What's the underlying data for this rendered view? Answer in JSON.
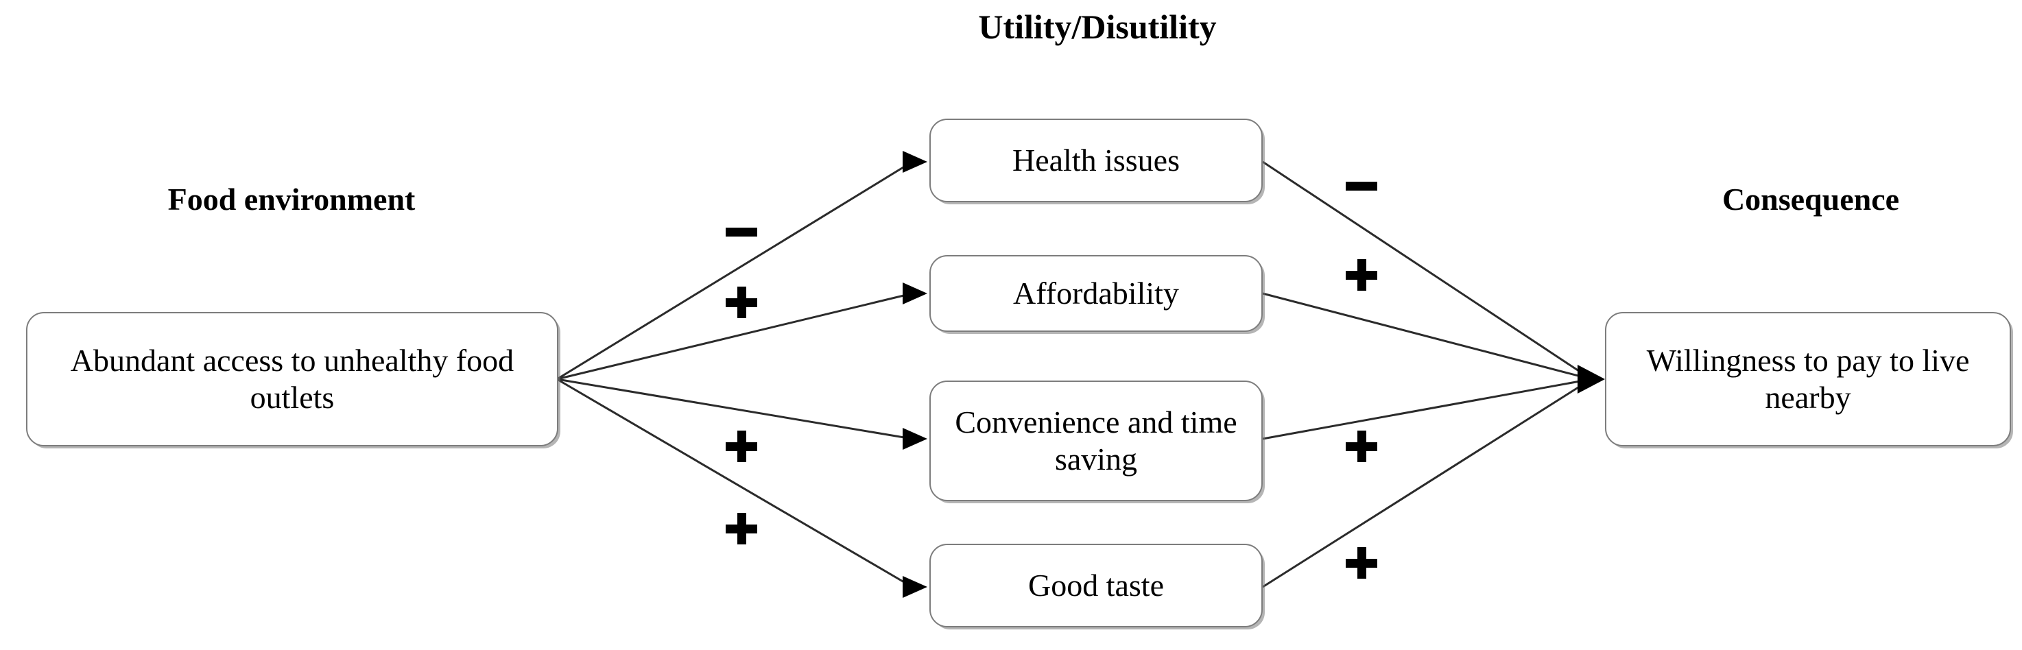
{
  "diagram": {
    "title_columns": {
      "left": "Food environment",
      "middle": "Utility/Disutility",
      "right": "Consequence"
    },
    "nodes": {
      "source": "Abundant access to unhealthy food outlets",
      "mediators": [
        "Health issues",
        "Affordability",
        "Convenience and time saving",
        "Good taste"
      ],
      "outcome": "Willingness to pay to live nearby"
    },
    "edge_signs": {
      "source_to_mediator": [
        "−",
        "+",
        "+",
        "+"
      ],
      "mediator_to_outcome": [
        "−",
        "+",
        "+",
        "+"
      ]
    },
    "colors": {
      "box_border": "#7d7d7d",
      "box_fill": "#ffffff",
      "edge_line": "#2b2b2b",
      "text": "#000000"
    }
  }
}
